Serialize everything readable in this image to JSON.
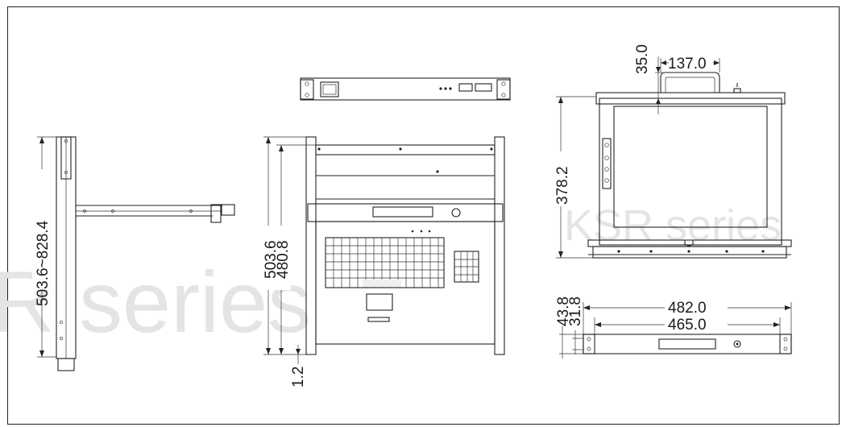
{
  "watermark": {
    "left_text": "R series",
    "right_text": "KSR series",
    "color": "#e4e4e4"
  },
  "dimensions": {
    "side_view_travel": "503.6~828.4",
    "front_total_height": "503.6",
    "front_inner_height": "480.8",
    "front_bottom_offset": "1.2",
    "handle_height": "35.0",
    "handle_width": "137.0",
    "lcd_panel_height": "378.2",
    "rack_ear_width": "482.0",
    "chassis_width": "465.0",
    "unit_height": "43.8",
    "chassis_height": "31.8"
  },
  "colors": {
    "line": "#222222",
    "background": "#ffffff"
  }
}
